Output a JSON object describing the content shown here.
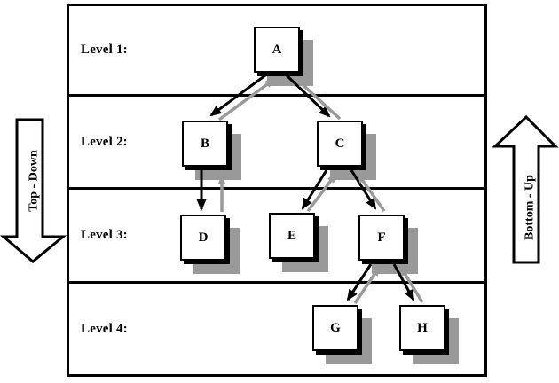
{
  "figure": {
    "type": "tree-diagram",
    "levels": [
      {
        "label": "Level 1:"
      },
      {
        "label": "Level 2:"
      },
      {
        "label": "Level 3:"
      },
      {
        "label": "Level 4:"
      }
    ],
    "nodes": [
      {
        "id": "A",
        "label": "A",
        "level": 1
      },
      {
        "id": "B",
        "label": "B",
        "level": 2
      },
      {
        "id": "C",
        "label": "C",
        "level": 2
      },
      {
        "id": "D",
        "label": "D",
        "level": 3
      },
      {
        "id": "E",
        "label": "E",
        "level": 3
      },
      {
        "id": "F",
        "label": "F",
        "level": 3
      },
      {
        "id": "G",
        "label": "G",
        "level": 4
      },
      {
        "id": "H",
        "label": "H",
        "level": 4
      }
    ],
    "edges_top_down": [
      {
        "from": "A",
        "to": "B"
      },
      {
        "from": "A",
        "to": "C"
      },
      {
        "from": "B",
        "to": "D"
      },
      {
        "from": "C",
        "to": "E"
      },
      {
        "from": "C",
        "to": "F"
      },
      {
        "from": "F",
        "to": "G"
      },
      {
        "from": "F",
        "to": "H"
      }
    ],
    "edges_bottom_up": [
      {
        "from": "B",
        "to": "A"
      },
      {
        "from": "C",
        "to": "A"
      },
      {
        "from": "D",
        "to": "B"
      },
      {
        "from": "E",
        "to": "C"
      },
      {
        "from": "F",
        "to": "C"
      },
      {
        "from": "G",
        "to": "F"
      },
      {
        "from": "H",
        "to": "F"
      }
    ],
    "left_arrow": {
      "label": "Top - Down",
      "direction": "down"
    },
    "right_arrow": {
      "label": "Bottom - Up",
      "direction": "up"
    },
    "colors": {
      "edge_top_down": "#000000",
      "edge_bottom_up": "#999999",
      "node_shadow_gray": "#999999",
      "node_shadow_black": "#000000",
      "node_fill": "#ffffff"
    }
  }
}
